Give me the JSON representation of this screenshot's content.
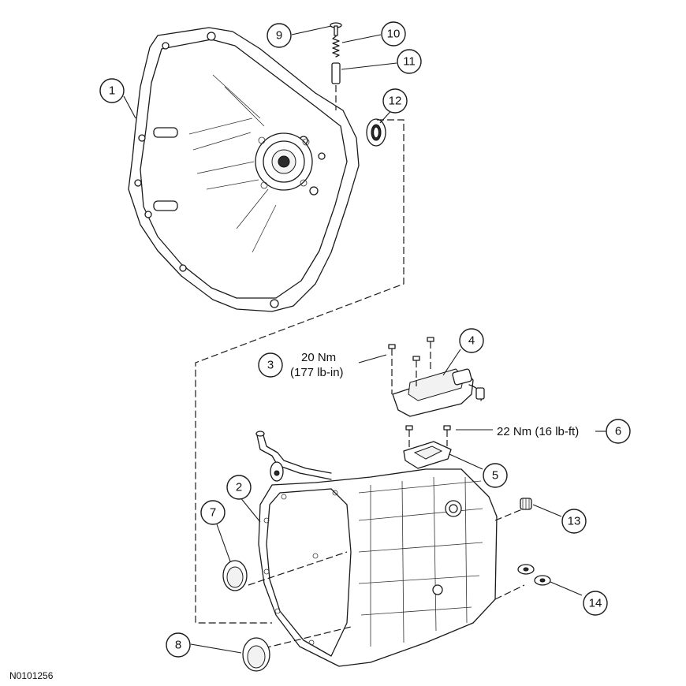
{
  "figure_id": "N0101256",
  "callouts": [
    {
      "number": "1"
    },
    {
      "number": "2"
    },
    {
      "number": "3"
    },
    {
      "number": "4"
    },
    {
      "number": "5"
    },
    {
      "number": "6"
    },
    {
      "number": "7"
    },
    {
      "number": "8"
    },
    {
      "number": "9"
    },
    {
      "number": "10"
    },
    {
      "number": "11"
    },
    {
      "number": "12"
    },
    {
      "number": "13"
    },
    {
      "number": "14"
    }
  ],
  "torque_specs": {
    "item3_line1": "20 Nm",
    "item3_line2": "(177 lb-in)",
    "item6": "22 Nm (16 lb-ft)"
  }
}
